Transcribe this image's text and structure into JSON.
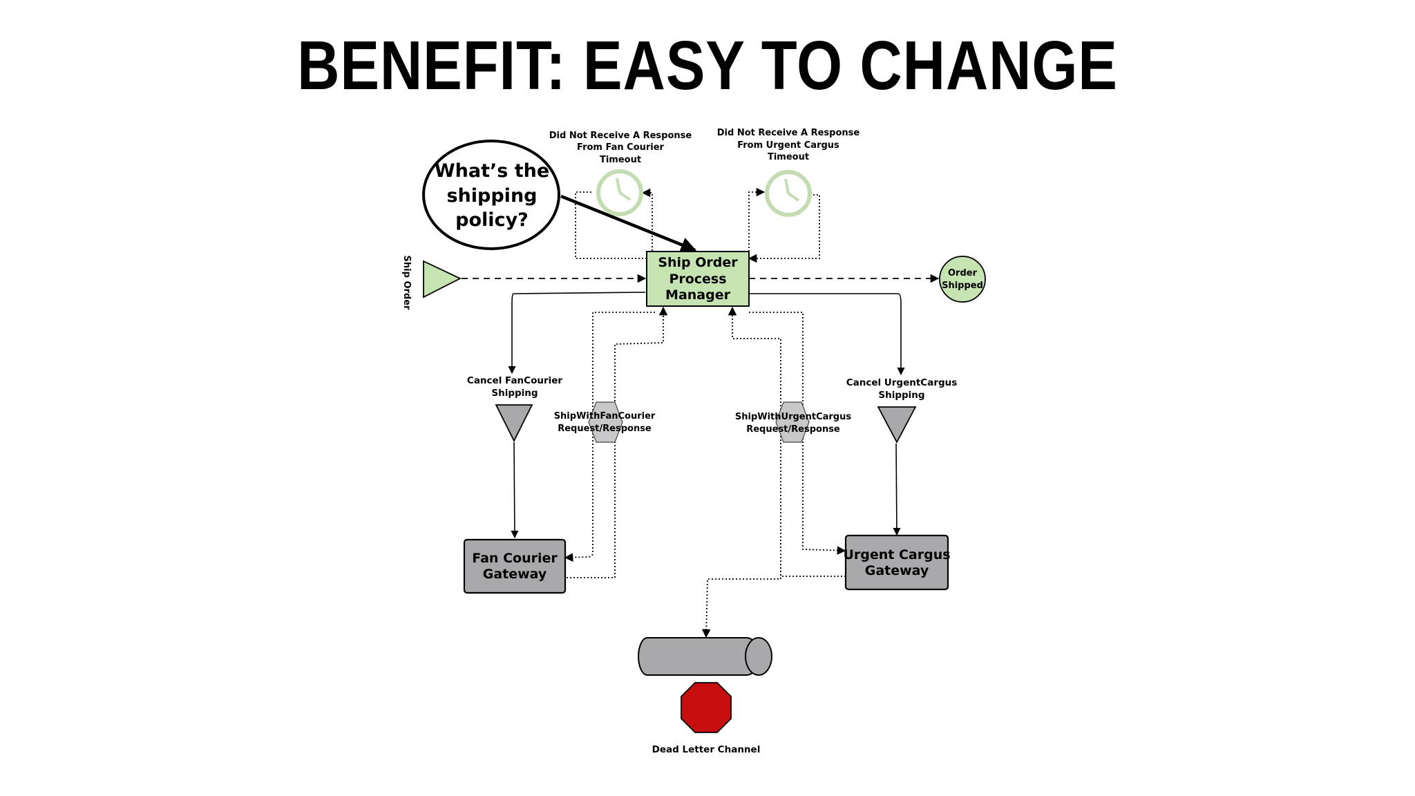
{
  "title": "BENEFIT: EASY TO CHANGE",
  "nodes": {
    "process_manager": "Ship Order Process Manager",
    "process_manager_lines": [
      "Ship Order",
      "Process",
      "Manager"
    ],
    "ship_order": "Ship Order",
    "order_shipped_lines": [
      "Order",
      "Shipped"
    ],
    "fan_timeout_lines": [
      "Did Not Receive A Response",
      "From Fan Courier",
      "Timeout"
    ],
    "urgent_timeout_lines": [
      "Did Not Receive A Response",
      "From Urgent Cargus",
      "Timeout"
    ],
    "cancel_fan_lines": [
      "Cancel FanCourier",
      "Shipping"
    ],
    "cancel_urgent_lines": [
      "Cancel UrgentCargus",
      "Shipping"
    ],
    "ship_fan_lines": [
      "ShipWithFanCourier",
      "Request/Response"
    ],
    "ship_urgent_lines": [
      "ShipWithUrgentCargus",
      "Request/Response"
    ],
    "fan_gateway_lines": [
      "Fan Courier",
      "Gateway"
    ],
    "urgent_gateway_lines": [
      "Urgent Cargus",
      "Gateway"
    ],
    "dead_letter": "Dead Letter Channel"
  },
  "callout_lines": [
    "What’s the",
    "shipping",
    "policy?"
  ],
  "colors": {
    "green_fill": "#c6e3b2",
    "green_stroke": "#7aa866",
    "grey_fill": "#a9a8ab",
    "red_fill": "#c80f0f"
  }
}
